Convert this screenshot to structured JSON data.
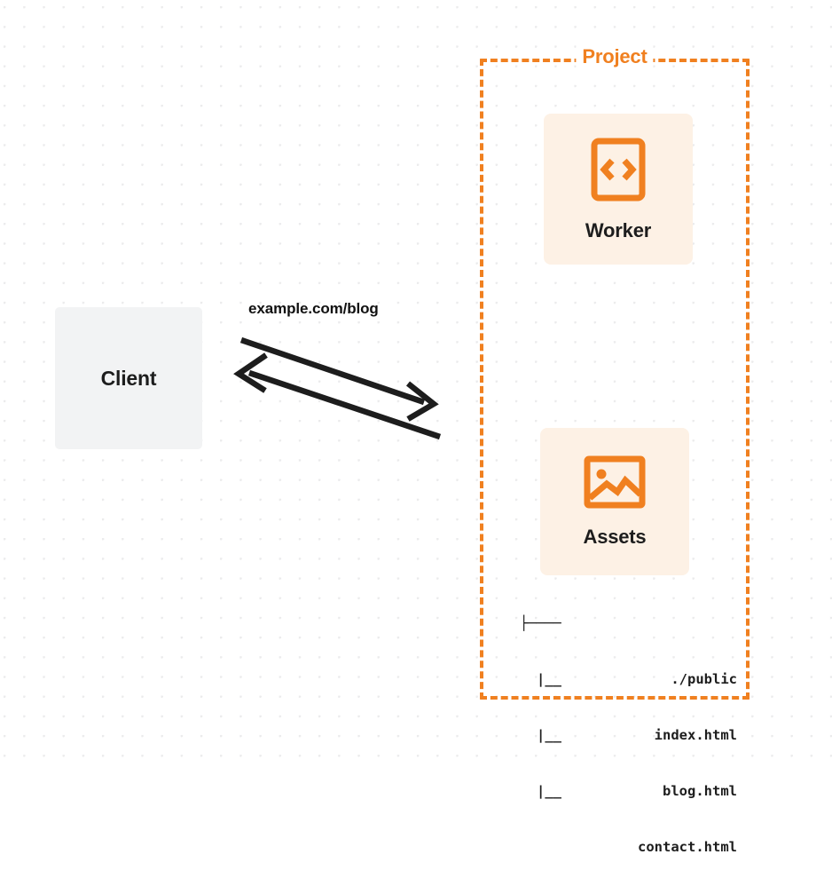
{
  "diagram": {
    "title": "Client request to Project (Worker and Assets)",
    "background_color": "#ffffff",
    "dot_grid_color": "#ebebec",
    "accent_color": "#f08020",
    "card_background": "#fdf1e5",
    "client_background": "#f2f3f4",
    "text_color": "#1d1d1d"
  },
  "client": {
    "label": "Client",
    "icon": "none"
  },
  "connection": {
    "label": "example.com/blog",
    "request_direction": "client-to-project",
    "response_direction": "project-to-client",
    "stroke_color": "#1d1d1d"
  },
  "project": {
    "title": "Project",
    "border_style": "dashed",
    "border_color": "#f08020",
    "services": [
      {
        "label": "Worker",
        "icon": "code-brackets-icon",
        "icon_color": "#f08020"
      },
      {
        "label": "Assets",
        "icon": "image-icon",
        "icon_color": "#f08020"
      }
    ]
  },
  "file_tree": {
    "rows": [
      {
        "prefix": "├────",
        "indent": false,
        "name": "./public"
      },
      {
        "prefix": "|__",
        "indent": true,
        "name": "index.html"
      },
      {
        "prefix": "|__",
        "indent": true,
        "name": "blog.html"
      },
      {
        "prefix": "|__",
        "indent": true,
        "name": "contact.html"
      }
    ]
  }
}
